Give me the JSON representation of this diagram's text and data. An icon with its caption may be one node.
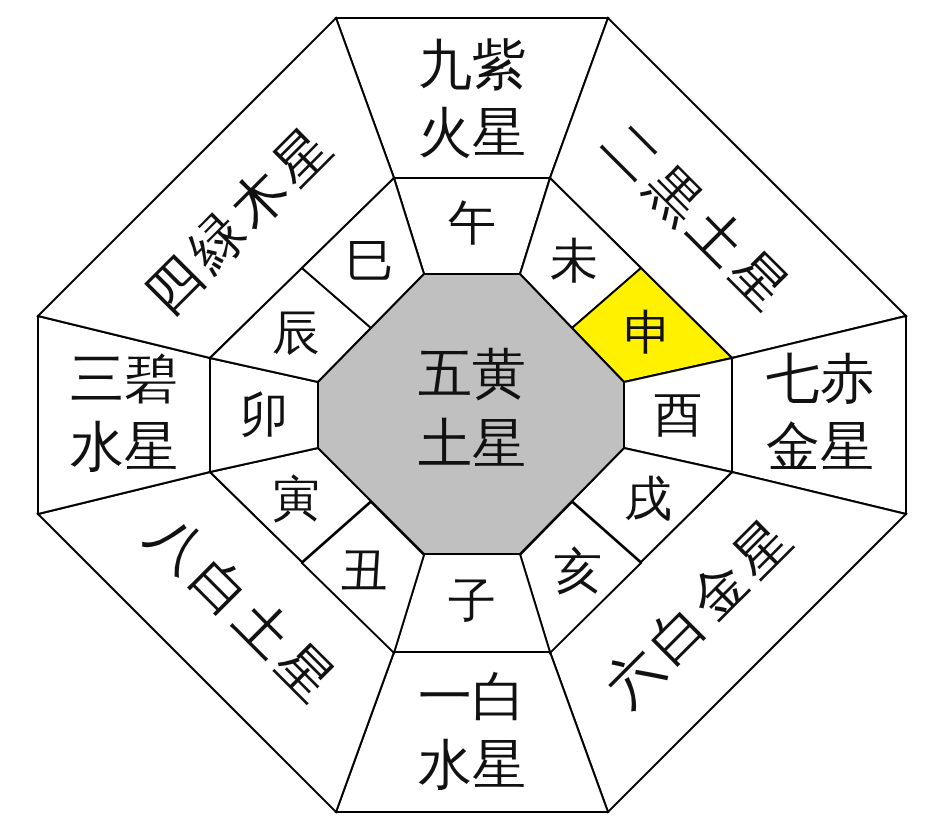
{
  "diagram": {
    "nodes": [
      {
        "text": [
          "九紫火星"
        ]
      },
      {
        "text": [
          "二黒土星"
        ]
      },
      {
        "text": [
          "七赤金星"
        ]
      },
      {
        "text": [
          "六白金星"
        ]
      },
      {
        "text": [
          "一白水星"
        ]
      },
      {
        "text": [
          "八白土星"
        ]
      },
      {
        "text": [
          "三碧水星"
        ]
      },
      {
        "text": [
          "四緑木星"
        ]
      },
      {
        "text": [
          "午"
        ]
      },
      {
        "text": [
          "未"
        ]
      },
      {
        "text": [
          "申"
        ]
      },
      {
        "text": [
          "酉"
        ]
      },
      {
        "text": [
          "戌"
        ]
      },
      {
        "text": [
          "亥"
        ]
      },
      {
        "text": [
          "子"
        ]
      },
      {
        "text": [
          "丑"
        ]
      },
      {
        "text": [
          "寅"
        ]
      },
      {
        "text": [
          "卯"
        ]
      },
      {
        "text": [
          "辰"
        ]
      },
      {
        "text": [
          "巳"
        ]
      },
      {
        "text": [
          "五黄土星"
        ]
      }
    ]
  }
}
